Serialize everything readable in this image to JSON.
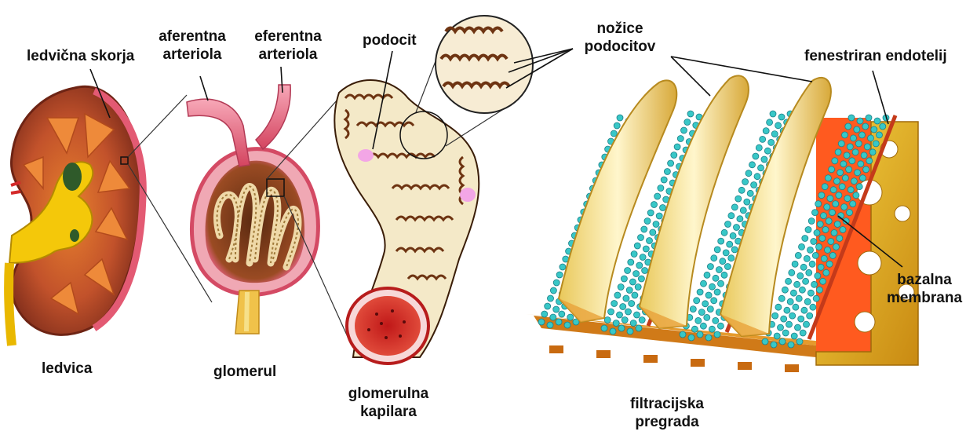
{
  "labels": {
    "ledvicna_skorja": "ledvična skorja",
    "aferentna_1": "aferentna",
    "aferentna_2": "arteriola",
    "eferentna_1": "eferentna",
    "eferentna_2": "arteriola",
    "podocit": "podocit",
    "nozice_1": "nožice",
    "nozice_2": "podocitov",
    "fenestriran": "fenestriran endotelij",
    "bazalna_1": "bazalna",
    "bazalna_2": "membrana",
    "ledvica": "ledvica",
    "glomerul": "glomerul",
    "kapilara_1": "glomerulna",
    "kapilara_2": "kapilara",
    "pregrada_1": "filtracijska",
    "pregrada_2": "pregrada"
  },
  "colors": {
    "cortex": "#b5482e",
    "medulla": "#e0742f",
    "pelvis": "#f2c200",
    "artery": "#e8597d",
    "capillary_wall": "#d62929",
    "podocyte": "#7a3a16",
    "endothelium": "#ff5a1f",
    "basement": "#e7b31f",
    "cells": "#38c7c7",
    "foot": "#f4e6a0"
  }
}
